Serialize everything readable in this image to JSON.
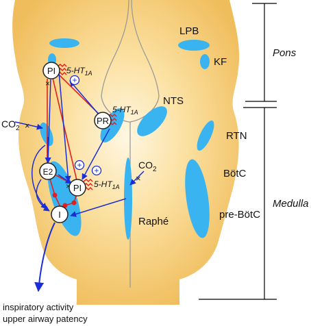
{
  "regions": {
    "lpb": "LPB",
    "kf": "KF",
    "nts": "NTS",
    "rtn": "RTN",
    "botc": "BötC",
    "prebotc": "pre-BötC",
    "raphe": "Raphé"
  },
  "brackets": {
    "pons": "Pons",
    "medulla": "Medulla"
  },
  "neurons": {
    "pi_top": "PI",
    "pr": "PR",
    "e2": "E2",
    "pi_mid": "PI",
    "i": "I"
  },
  "receptor": "5-HT",
  "receptor_sub": "1A",
  "co2_left": {
    "main": "CO",
    "sub": "2"
  },
  "co2_right": {
    "main": "CO",
    "sub": "2"
  },
  "plus_sign": "+",
  "output": {
    "line1": "inspiratory activity",
    "line2": "upper airway patency"
  },
  "colors": {
    "brainstem_edge": "#f2c46a",
    "brainstem_center": "#fff6dd",
    "nucleus": "#39b4f0",
    "excitatory": "#1a2ed8",
    "inhibitory": "#e02020",
    "bracket": "#000000"
  }
}
